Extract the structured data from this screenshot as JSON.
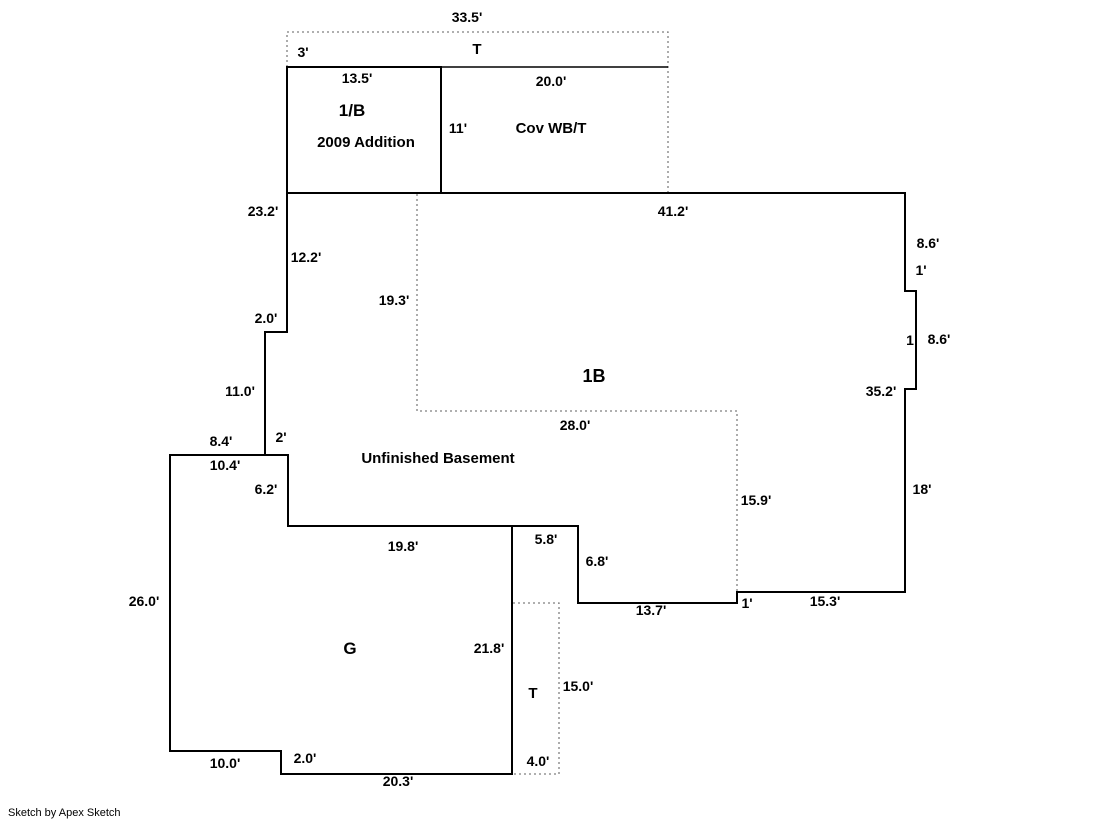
{
  "sketch": {
    "credit": "Sketch by Apex Sketch",
    "areas": {
      "top_deck": "T",
      "addition": "1/B",
      "addition_sub": "2009 Addition",
      "covered_porch": "Cov WB/T",
      "first_basement": "1B",
      "basement": "Unfinished Basement",
      "garage": "G",
      "bottom_deck": "T"
    },
    "dims": {
      "top_deck_width": "33.5'",
      "top_deck_left": "3'",
      "addition_width": "13.5'",
      "addition_height": "11'",
      "porch_width": "20.0'",
      "main_top": "41.2'",
      "left_total": "23.2'",
      "left_upper": "12.2'",
      "left_jog": "2.0'",
      "left_lower": "11.0'",
      "right_upper": "8.6'",
      "notch_depth": "1'",
      "notch_width": "1",
      "notch_height": "8.6'",
      "right_total": "35.2'",
      "right_lower": "18'",
      "basement_vert": "19.3'",
      "basement_horiz": "28.0'",
      "basement_right": "15.9'",
      "bottom_right": "15.3'",
      "bottom_jog": "1'",
      "bottom_mid": "13.7'",
      "step_right": "6.8'",
      "step_top": "5.8'",
      "garage_divider": "19.8'",
      "garage_top_out": "8.4'",
      "garage_top_in": "2'",
      "garage_top_total": "10.4'",
      "garage_divider_left": "6.2'",
      "garage_left": "26.0'",
      "garage_bottom_left": "10.0'",
      "garage_bottom_jog": "2.0'",
      "garage_bottom": "20.3'",
      "garage_right": "21.8'",
      "deck2_height": "15.0'",
      "deck2_width": "4.0'"
    }
  }
}
